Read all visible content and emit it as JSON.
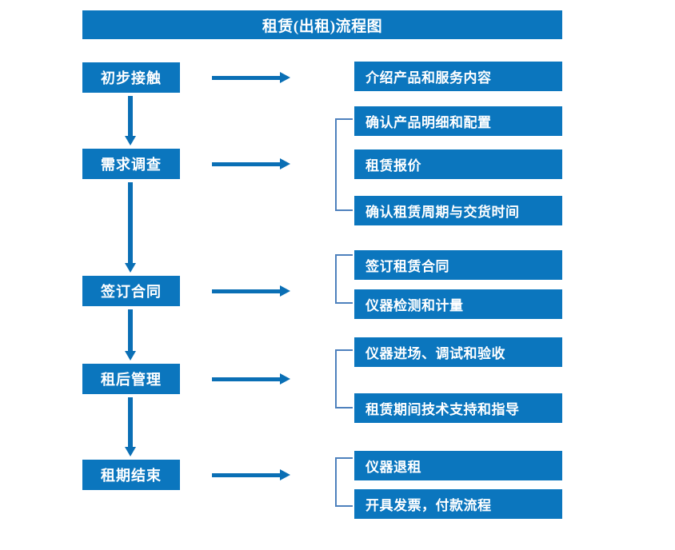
{
  "header": {
    "title": "租赁(出租)流程图"
  },
  "colors": {
    "box_blue": "#0B76BE",
    "arrow_blue": "#0A6FB5",
    "bracket_blue": "#4E81BD",
    "text_white": "#FFFFFF",
    "background": "#FFFFFF"
  },
  "stages": [
    {
      "label": "初步接触"
    },
    {
      "label": "需求调查"
    },
    {
      "label": "签订合同"
    },
    {
      "label": "租后管理"
    },
    {
      "label": "租期结束"
    }
  ],
  "details": [
    {
      "label": "介绍产品和服务内容"
    },
    {
      "label": "确认产品明细和配置"
    },
    {
      "label": "租赁报价"
    },
    {
      "label": "确认租赁周期与交货时间"
    },
    {
      "label": "签订租赁合同"
    },
    {
      "label": "仪器检测和计量"
    },
    {
      "label": "仪器进场、调试和验收"
    },
    {
      "label": "租赁期间技术支持和指导"
    },
    {
      "label": "仪器退租"
    },
    {
      "label": "开具发票，付款流程"
    }
  ],
  "flow": {
    "type": "flowchart",
    "orientation": "vertical-with-side-details",
    "stage_to_details": [
      {
        "stage": "初步接触",
        "details": [
          "介绍产品和服务内容"
        ],
        "bracket": false
      },
      {
        "stage": "需求调查",
        "details": [
          "确认产品明细和配置",
          "租赁报价",
          "确认租赁周期与交货时间"
        ],
        "bracket": true
      },
      {
        "stage": "签订合同",
        "details": [
          "签订租赁合同",
          "仪器检测和计量"
        ],
        "bracket": true
      },
      {
        "stage": "租后管理",
        "details": [
          "仪器进场、调试和验收",
          "租赁期间技术支持和指导"
        ],
        "bracket": true
      },
      {
        "stage": "租期结束",
        "details": [
          "仪器退租",
          "开具发票，付款流程"
        ],
        "bracket": true
      }
    ],
    "stage_sequence_arrows": 4,
    "stage_to_detail_arrows": 5
  }
}
